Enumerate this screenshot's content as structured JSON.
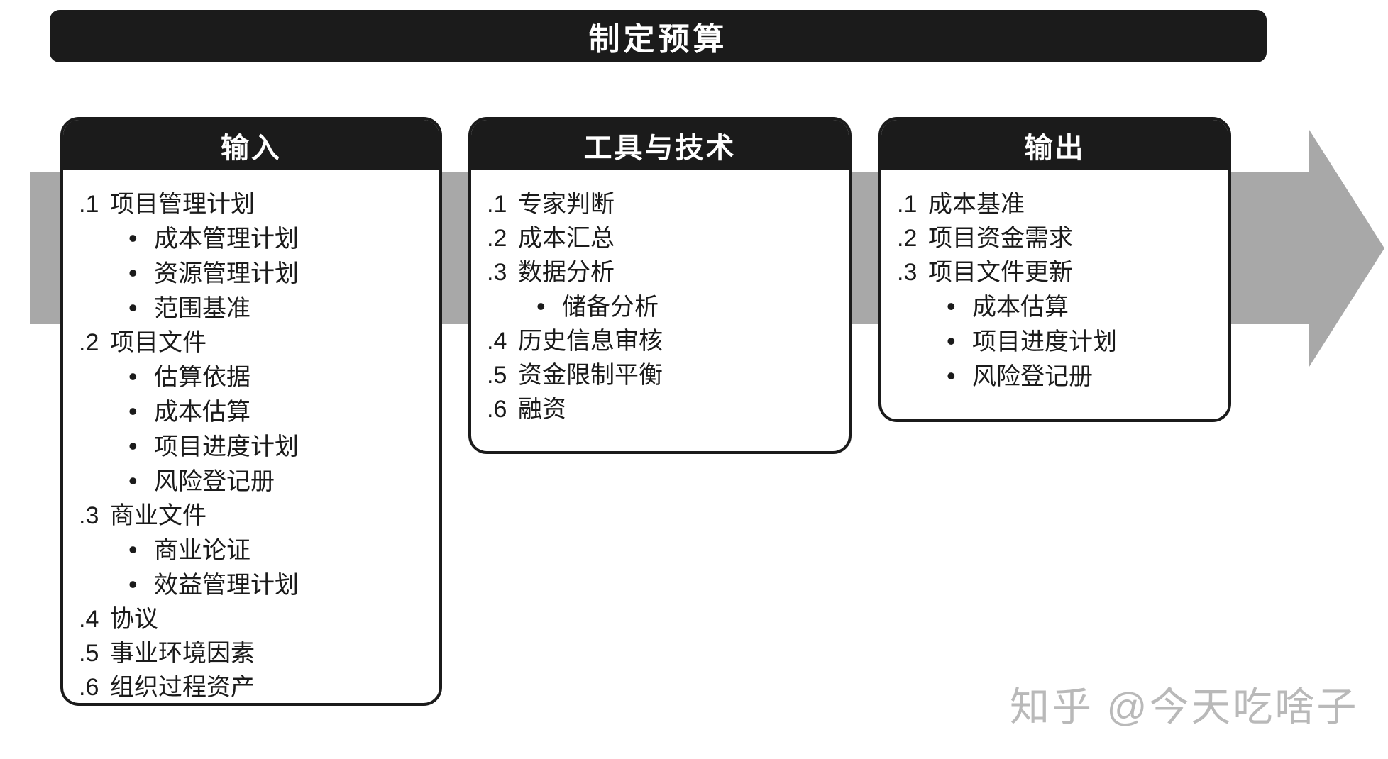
{
  "title": "制定预算",
  "bullet_char": "•",
  "colors": {
    "box_black": "#1b1b1b",
    "arrow_gray": "#a8a8a8",
    "text": "#1b1b1b",
    "watermark_gray": "#b9b9b9",
    "background": "#ffffff"
  },
  "boxes": [
    {
      "id": "inputs",
      "title": "输入",
      "items": [
        {
          "num": ".1",
          "label": "项目管理计划"
        },
        {
          "bullet": true,
          "label": "成本管理计划"
        },
        {
          "bullet": true,
          "label": "资源管理计划"
        },
        {
          "bullet": true,
          "label": "范围基准"
        },
        {
          "num": ".2",
          "label": "项目文件"
        },
        {
          "bullet": true,
          "label": "估算依据"
        },
        {
          "bullet": true,
          "label": "成本估算"
        },
        {
          "bullet": true,
          "label": "项目进度计划"
        },
        {
          "bullet": true,
          "label": "风险登记册"
        },
        {
          "num": ".3",
          "label": "商业文件"
        },
        {
          "bullet": true,
          "label": "商业论证"
        },
        {
          "bullet": true,
          "label": "效益管理计划"
        },
        {
          "num": ".4",
          "label": "协议"
        },
        {
          "num": ".5",
          "label": "事业环境因素"
        },
        {
          "num": ".6",
          "label": "组织过程资产"
        }
      ]
    },
    {
      "id": "tools",
      "title": "工具与技术",
      "items": [
        {
          "num": ".1",
          "label": "专家判断"
        },
        {
          "num": ".2",
          "label": "成本汇总"
        },
        {
          "num": ".3",
          "label": "数据分析"
        },
        {
          "bullet": true,
          "label": "储备分析"
        },
        {
          "num": ".4",
          "label": "历史信息审核"
        },
        {
          "num": ".5",
          "label": "资金限制平衡"
        },
        {
          "num": ".6",
          "label": "融资"
        }
      ]
    },
    {
      "id": "outputs",
      "title": "输出",
      "items": [
        {
          "num": ".1",
          "label": "成本基准"
        },
        {
          "num": ".2",
          "label": "项目资金需求"
        },
        {
          "num": ".3",
          "label": "项目文件更新"
        },
        {
          "bullet": true,
          "label": "成本估算"
        },
        {
          "bullet": true,
          "label": "项目进度计划"
        },
        {
          "bullet": true,
          "label": "风险登记册"
        }
      ]
    }
  ],
  "watermark": "知乎 @今天吃啥子"
}
